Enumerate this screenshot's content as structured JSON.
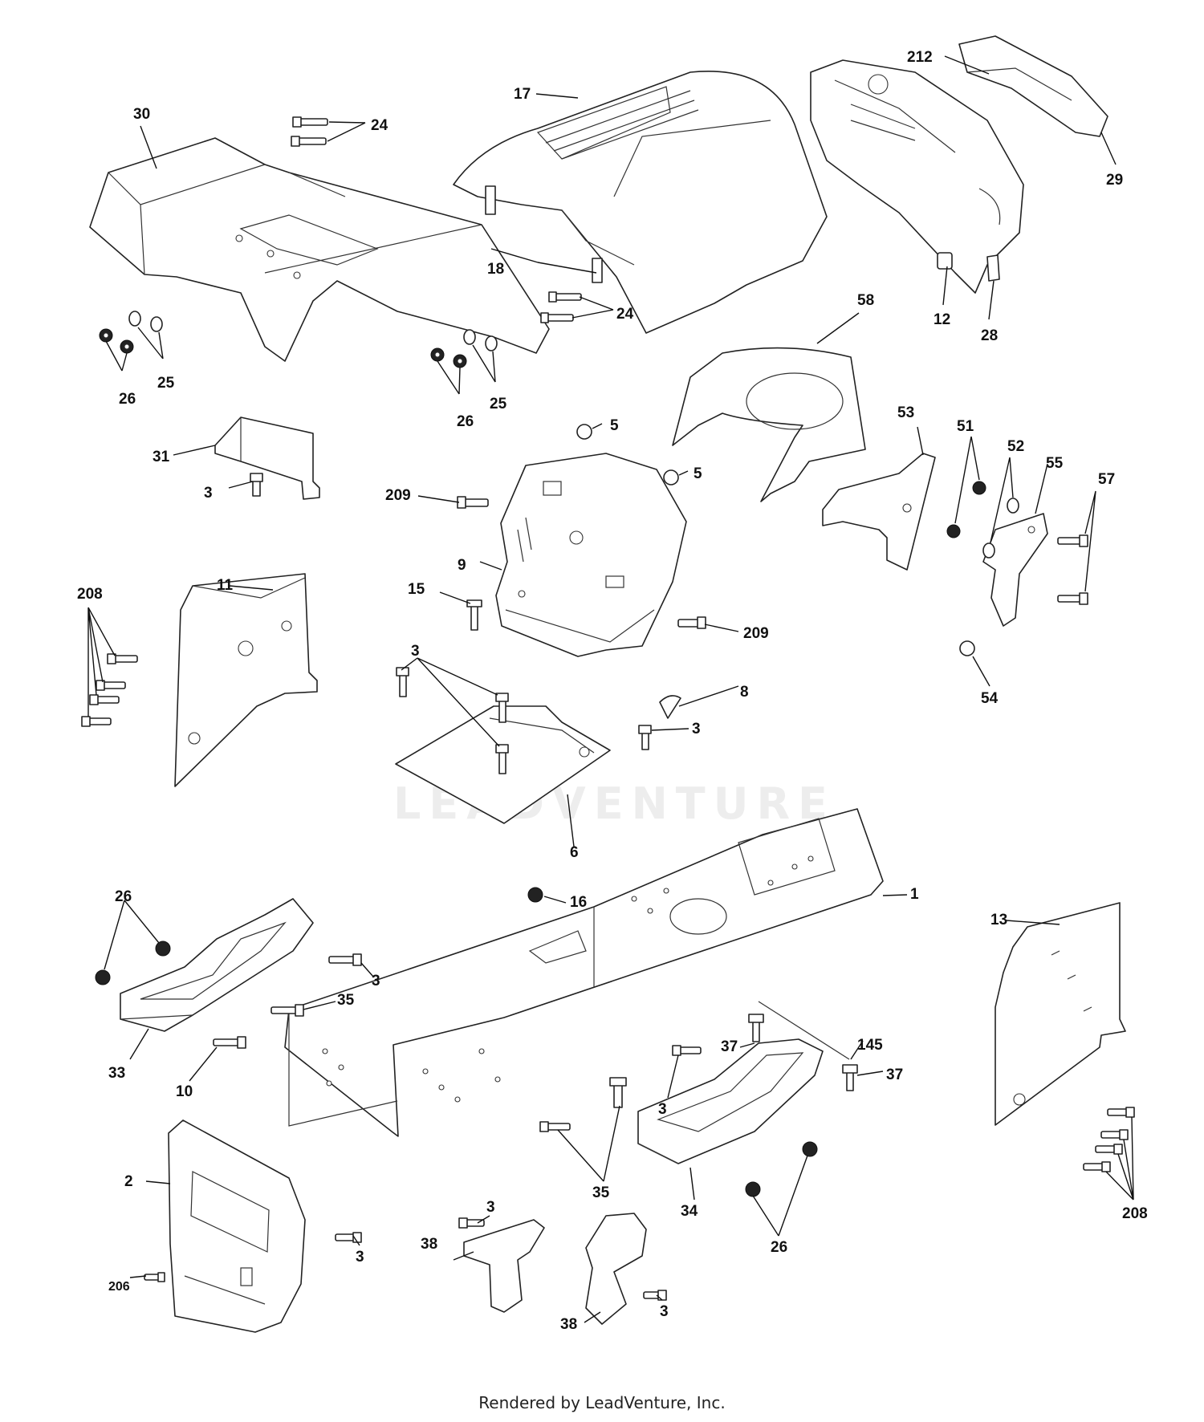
{
  "diagram": {
    "callouts": {
      "c30": "30",
      "c24a": "24",
      "c17": "17",
      "c212": "212",
      "c29": "29",
      "c18": "18",
      "c24b": "24",
      "c12": "12",
      "c28": "28",
      "c58": "58",
      "c26a": "26",
      "c25a": "25",
      "c26b": "26",
      "c25b": "25",
      "c31": "31",
      "c3a": "3",
      "c5a": "5",
      "c5b": "5",
      "c53": "53",
      "c51": "51",
      "c52": "52",
      "c55": "55",
      "c57": "57",
      "c209a": "209",
      "c9": "9",
      "c15": "15",
      "c209b": "209",
      "c208a": "208",
      "c11": "11",
      "c3b": "3",
      "c8": "8",
      "c3c": "3",
      "c54": "54",
      "c6": "6",
      "c26c": "26",
      "c16": "16",
      "c1": "1",
      "c13": "13",
      "c3d": "3",
      "c35a": "35",
      "c33": "33",
      "c10": "10",
      "c37a": "37",
      "c145": "145",
      "c37b": "37",
      "c3e": "3",
      "c2": "2",
      "c35b": "35",
      "c34": "34",
      "c208b": "208",
      "c206": "206",
      "c3f": "3",
      "c38a": "38",
      "c3g": "3",
      "c26d": "26",
      "c38b": "38",
      "c3h": "3"
    },
    "watermark": "LEADVENTURE"
  },
  "footer": {
    "text": "Rendered by LeadVenture, Inc."
  }
}
